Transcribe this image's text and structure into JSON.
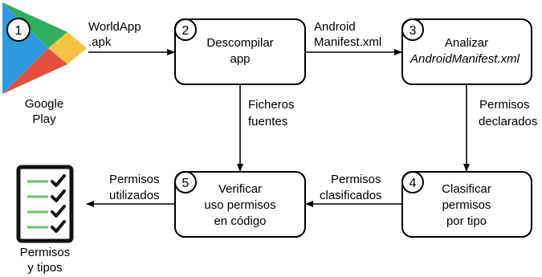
{
  "colors": {
    "stroke": "#000000",
    "background": "#ffffff",
    "play_green": "#2fae5e",
    "play_blue": "#2d9ae0",
    "play_yellow": "#f5c243",
    "play_red": "#e24f3f",
    "checklist_line": "#6cc36c"
  },
  "icons": {
    "google_play": "google-play-logo-icon",
    "checklist": "checklist-icon"
  },
  "source": {
    "number": "1",
    "label_line1": "Google",
    "label_line2": "Play"
  },
  "steps": [
    {
      "number": "2",
      "line1": "Descompilar",
      "line2": "app",
      "line3": ""
    },
    {
      "number": "3",
      "line1": "Analizar",
      "line2": "AndroidManifest.xml",
      "line3": ""
    },
    {
      "number": "4",
      "line1": "Clasificar",
      "line2": "permisos",
      "line3": "por tipo"
    },
    {
      "number": "5",
      "line1": "Verificar",
      "line2": "uso permisos",
      "line3": "en código"
    }
  ],
  "edges": [
    {
      "line1": "WorldApp",
      "line2": ".apk"
    },
    {
      "line1": "Android",
      "line2": "Manifest.xml"
    },
    {
      "line1": "Ficheros",
      "line2": "fuentes"
    },
    {
      "line1": "Permisos",
      "line2": "declarados"
    },
    {
      "line1": "Permisos",
      "line2": "clasificados"
    },
    {
      "line1": "Permisos",
      "line2": "utilizados"
    }
  ],
  "output": {
    "label_line1": "Permisos",
    "label_line2": "y tipos"
  }
}
